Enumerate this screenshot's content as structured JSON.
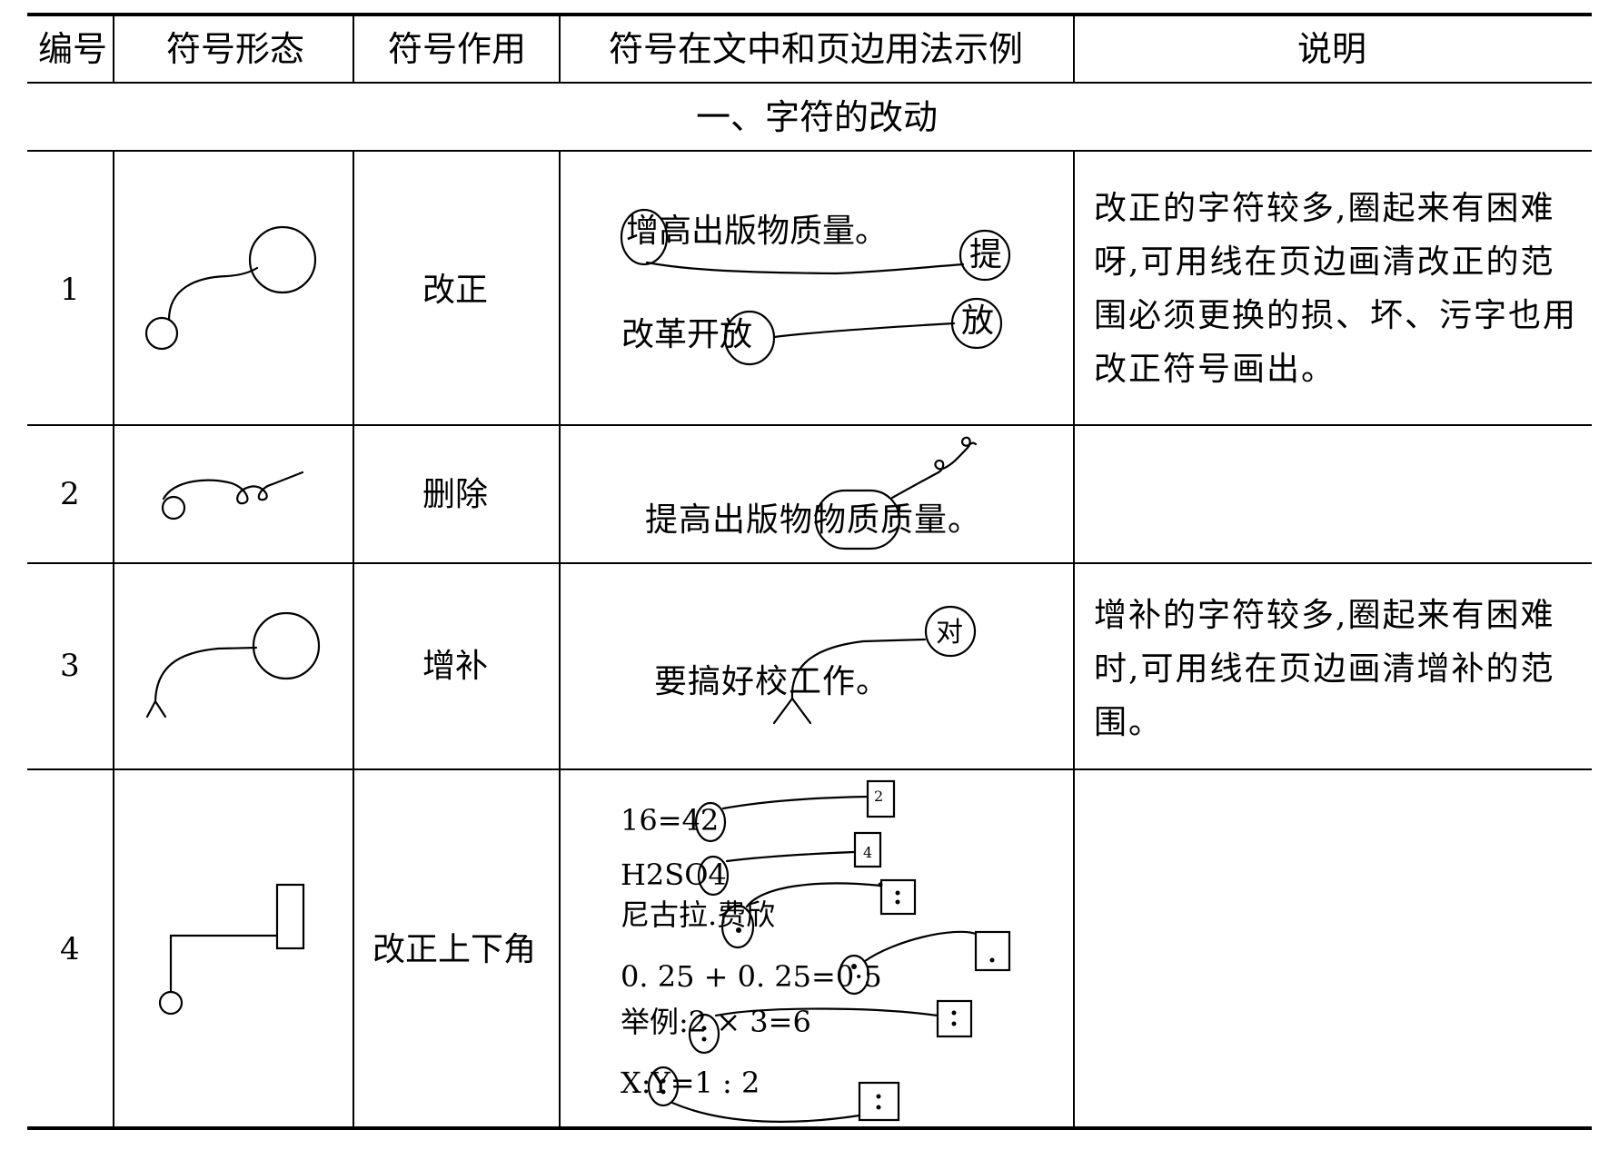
{
  "table": {
    "headers": [
      "编号",
      "符号形态",
      "符号作用",
      "符号在文中和页边用法示例",
      "说明"
    ],
    "section_title": "一、字符的改动",
    "rows": [
      {
        "number": "1",
        "function": "改正",
        "example_lines": [
          "增高出版物质量。",
          "改革开放"
        ],
        "margin_marks": [
          "提",
          "放"
        ],
        "description": [
          "改正的字符较多,圈起来有困难",
          "呀,可用线在页边画清改正的范",
          "围必须更换的损、坏、污字也用",
          "改正符号画出。"
        ]
      },
      {
        "number": "2",
        "function": "删除",
        "example_lines": [
          "提高出版物物质质量。"
        ],
        "margin_marks": [],
        "description": []
      },
      {
        "number": "3",
        "function": "增补",
        "example_lines": [
          "要搞好校工作。"
        ],
        "margin_marks": [
          "对"
        ],
        "description": [
          "增补的字符较多,圈起来有困难",
          "时,可用线在页边画清增补的范",
          "围。"
        ]
      },
      {
        "number": "4",
        "function": "改正上下角",
        "example_lines": [
          "16=42",
          "H2SO4",
          "尼古拉.费欣",
          "0. 25 + 0. 25=0·5",
          "举例:2 × 3=6",
          "X:Y=1 : 2"
        ],
        "margin_marks": [
          "2",
          "4",
          "·",
          ".",
          ":",
          ":"
        ],
        "description": []
      }
    ]
  }
}
